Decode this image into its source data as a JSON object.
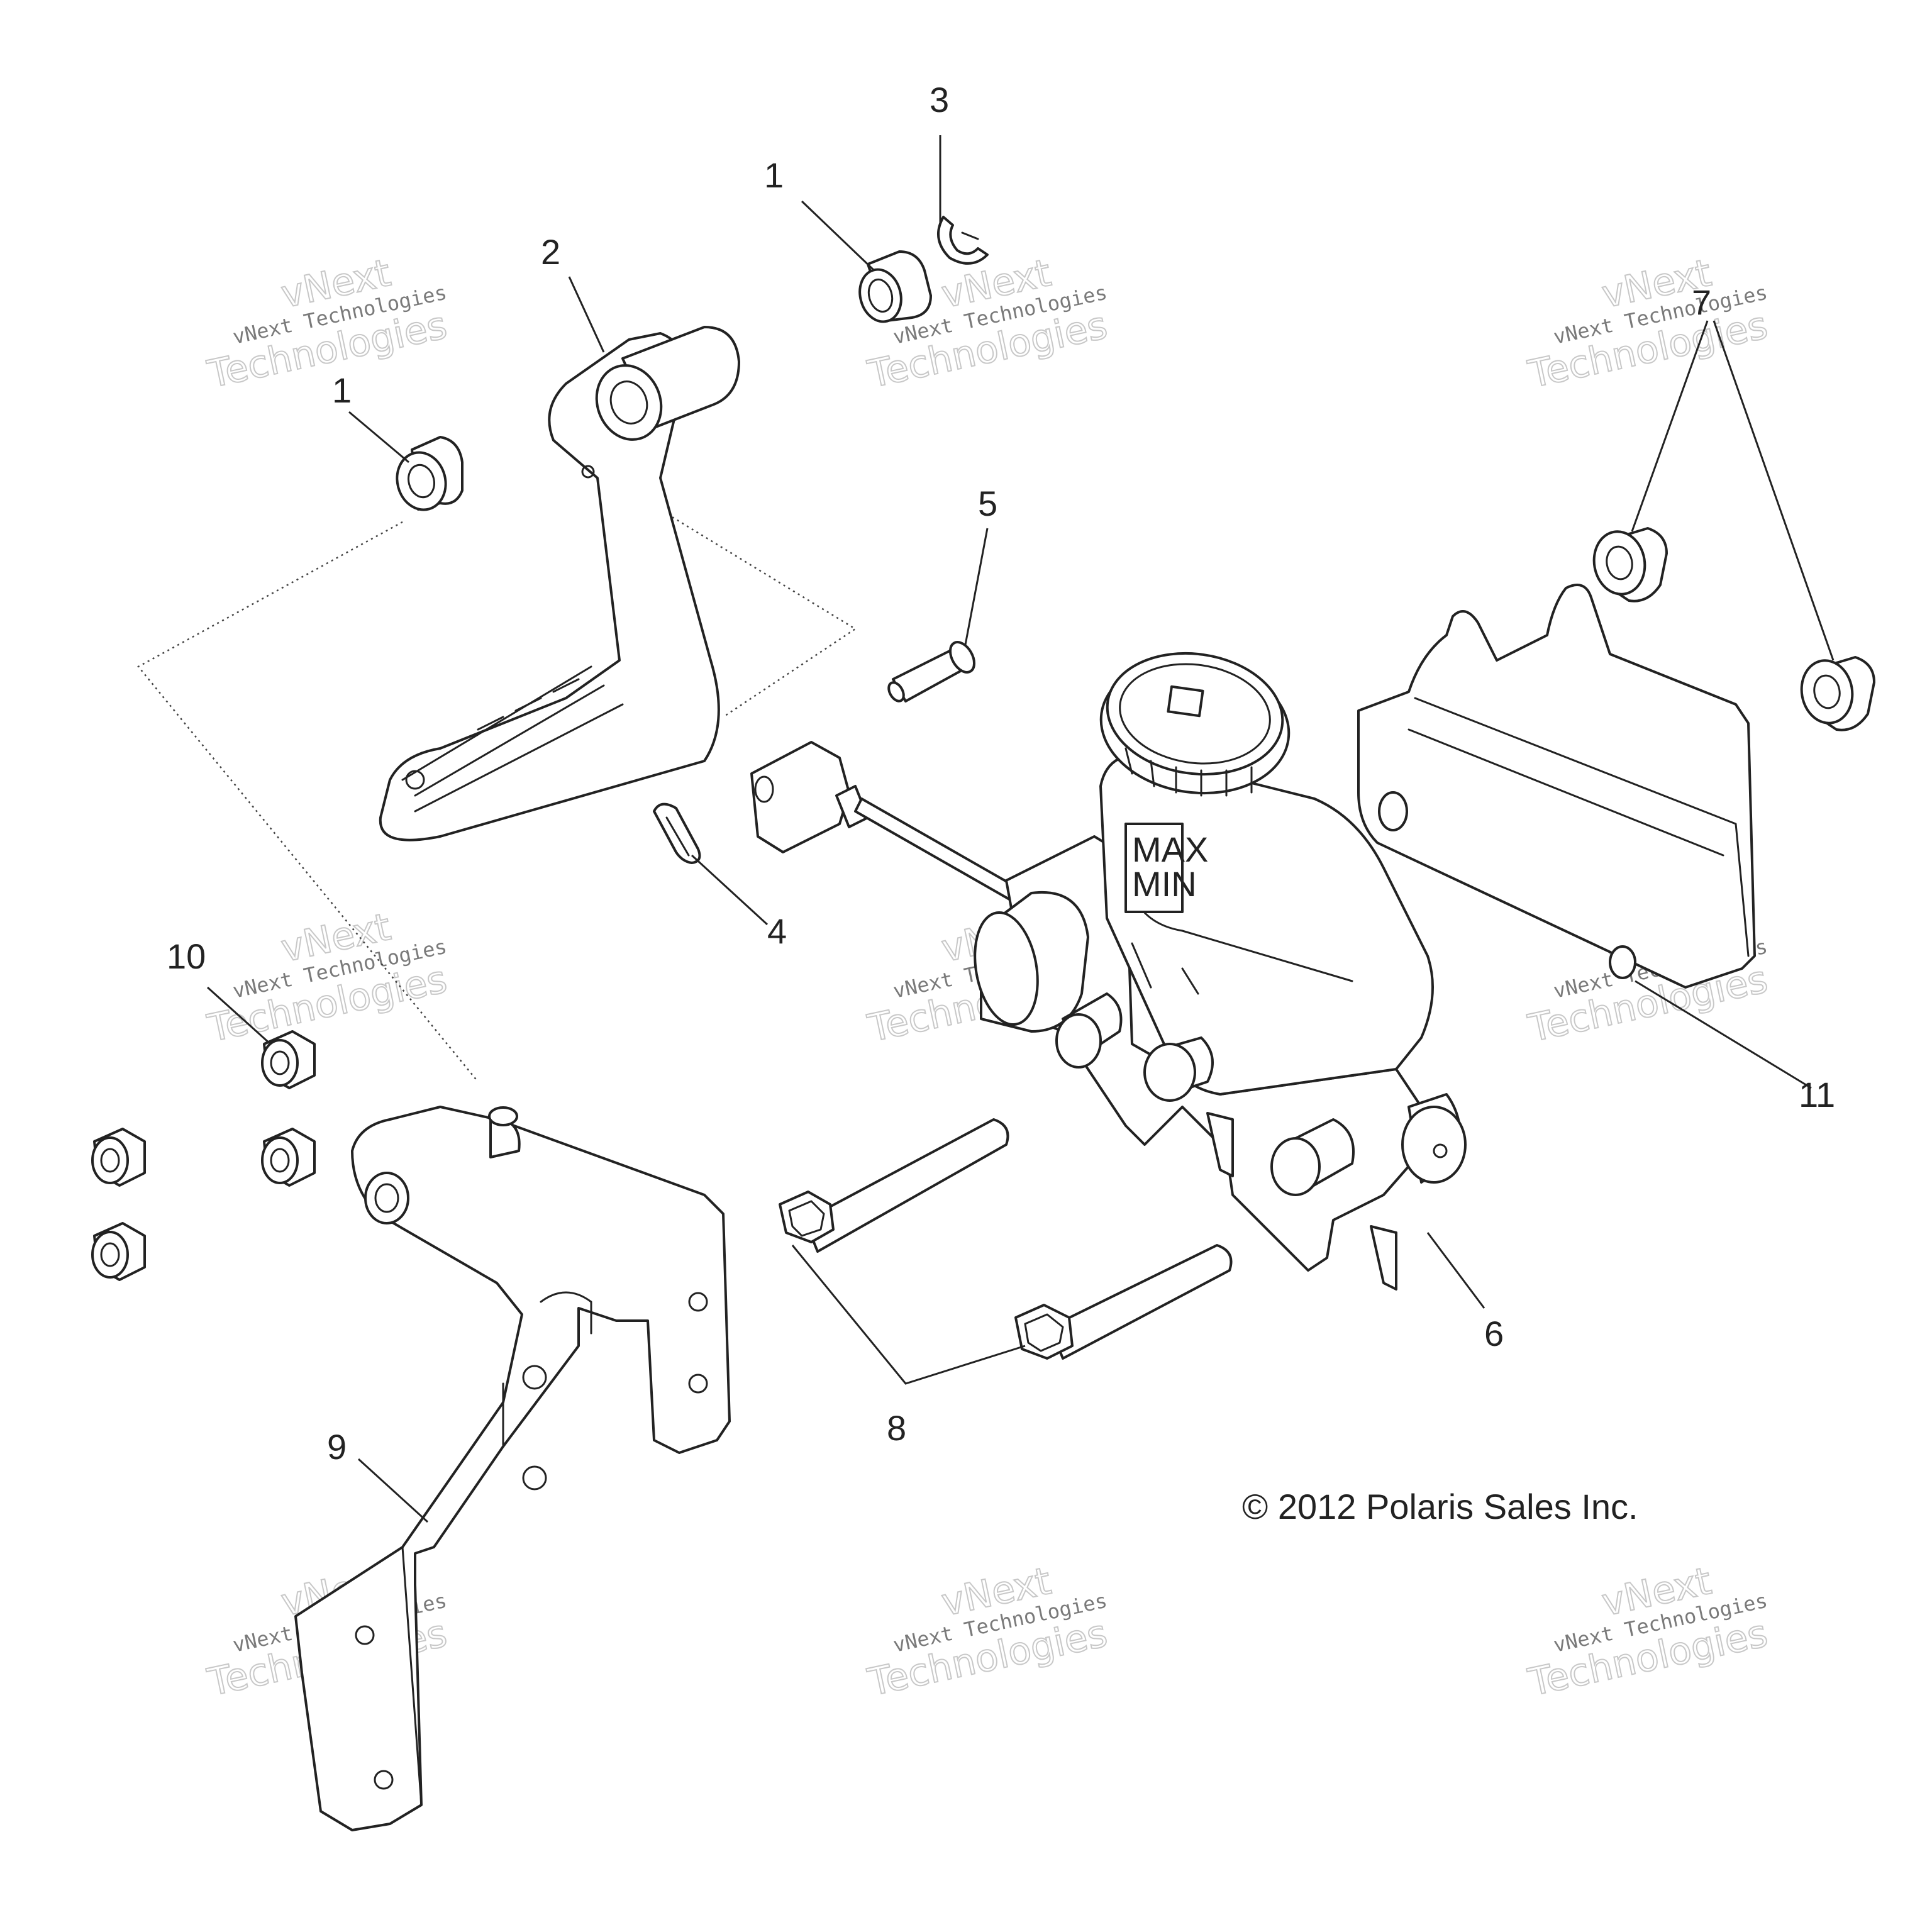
{
  "callouts": {
    "c1a": "1",
    "c1b": "1",
    "c2": "2",
    "c3": "3",
    "c4": "4",
    "c5": "5",
    "c6": "6",
    "c7": "7",
    "c8": "8",
    "c9": "9",
    "c10": "10",
    "c11": "11"
  },
  "reservoir": {
    "max": "MAX",
    "min": "MIN"
  },
  "copyright": "© 2012 Polaris Sales Inc.",
  "watermarks": {
    "line1": "vNext",
    "line2": "vNext Technologies",
    "line3": "Technologies"
  }
}
